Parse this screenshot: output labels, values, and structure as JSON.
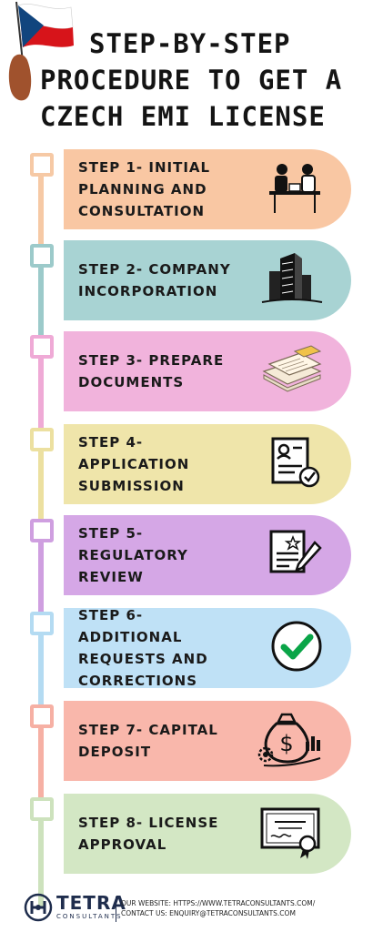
{
  "title": {
    "line1": "STEP-BY-STEP",
    "line2": "PROCEDURE TO GET A",
    "line3": "CZECH EMI LICENSE"
  },
  "steps": [
    {
      "label": "STEP 1- INITIAL\nPLANNING AND\nCONSULTATION",
      "color": "#f9c7a3",
      "node": "#f6c9a5",
      "icon": "meeting-icon"
    },
    {
      "label": "STEP 2- COMPANY\nINCORPORATION",
      "color": "#a8d3d3",
      "node": "#9ccaca",
      "icon": "building-icon"
    },
    {
      "label": "STEP 3- PREPARE\nDOCUMENTS",
      "color": "#f1b3dc",
      "node": "#efaad6",
      "icon": "documents-icon"
    },
    {
      "label": "STEP 4-\nAPPLICATION\nSUBMISSION",
      "color": "#efe5aa",
      "node": "#ece0a0",
      "icon": "form-check-icon"
    },
    {
      "label": "STEP 5-\nREGULATORY\nREVIEW",
      "color": "#d5a7e6",
      "node": "#cf9fe0",
      "icon": "review-pen-icon"
    },
    {
      "label": "STEP 6- ADDITIONAL\nREQUESTS AND\nCORRECTIONS",
      "color": "#bfe1f6",
      "node": "#b4dbf2",
      "icon": "checkmark-icon"
    },
    {
      "label": "STEP 7- CAPITAL\nDEPOSIT",
      "color": "#f9b7ab",
      "node": "#f6b0a4",
      "icon": "money-bag-icon"
    },
    {
      "label": "STEP 8- LICENSE\nAPPROVAL",
      "color": "#d3e7c4",
      "node": "#cde2bd",
      "icon": "certificate-icon"
    }
  ],
  "footer": {
    "brand": "TETRA",
    "brand_sub": "CONSULTANTS",
    "website": "OUR WEBSITE: HTTPS://WWW.TETRACONSULTANTS.COM/",
    "contact": "CONTACT US: ENQUIRY@TETRACONSULTANTS.COM"
  }
}
